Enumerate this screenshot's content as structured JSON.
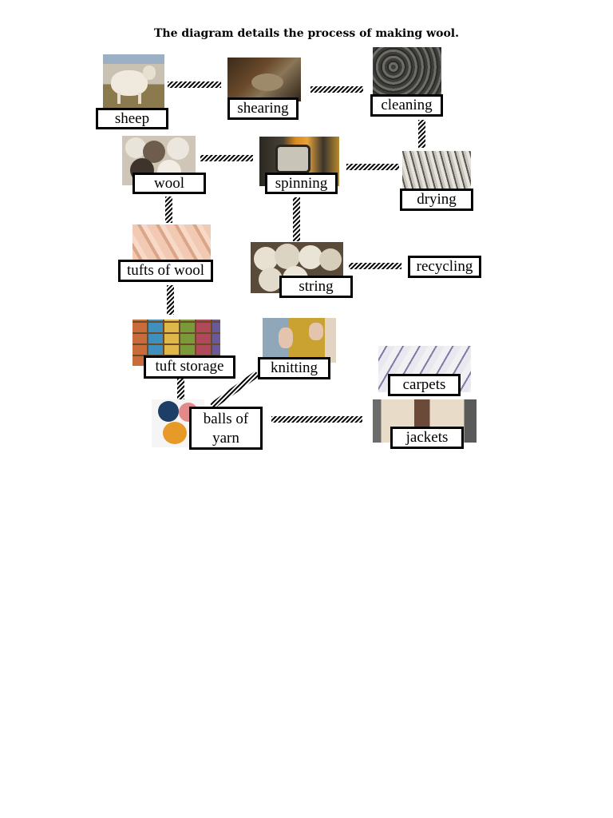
{
  "title": "The diagram details the process of making wool.",
  "nodes": {
    "sheep": "sheep",
    "shearing": "shearing",
    "cleaning": "cleaning",
    "wool": "wool",
    "spinning": "spinning",
    "drying": "drying",
    "tufts_of_wool": "tufts of wool",
    "string": "string",
    "recycling": "recycling",
    "tuft_storage": "tuft storage",
    "knitting": "knitting",
    "carpets": "carpets",
    "balls_of_yarn_line1": "balls of",
    "balls_of_yarn_line2": "yarn",
    "jackets": "jackets"
  },
  "photos": [
    "sheep-photo",
    "shearing-photo",
    "cleaning-photo",
    "wool-photo",
    "spinning-photo",
    "drying-photo",
    "tufts-photo",
    "string-photo",
    "tuft-storage-photo",
    "knitting-photo",
    "carpets-photo",
    "yarn-balls-photo",
    "jackets-photo"
  ]
}
